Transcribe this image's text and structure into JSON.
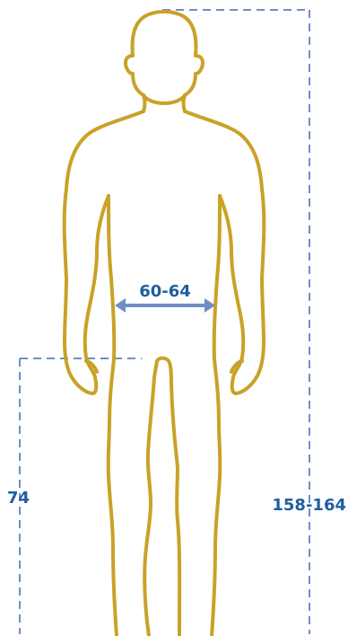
{
  "measurements": {
    "waist": "60-64",
    "inseam": "74",
    "height": "158-164"
  },
  "colors": {
    "body_outline": "#c9a227",
    "dimension_line": "#6f8fc4",
    "label": "#1e5fa0"
  }
}
